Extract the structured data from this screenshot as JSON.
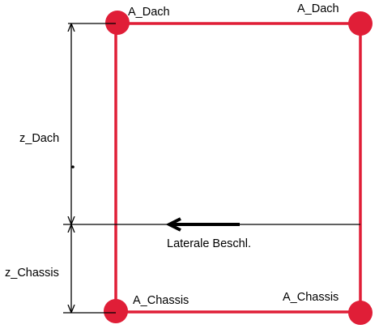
{
  "labels": {
    "top_left_node": "A_Dach",
    "top_right_node": "A_Dach",
    "bottom_left_node": "A_Chassis",
    "bottom_right_node": "A_Chassis",
    "roof_height": "z_Dach",
    "chassis_height": "z_Chassis",
    "lateral_acceleration": "Laterale Beschl."
  },
  "colors": {
    "frame": "#e01e37",
    "node": "#e01e37",
    "dimension": "#000000"
  }
}
